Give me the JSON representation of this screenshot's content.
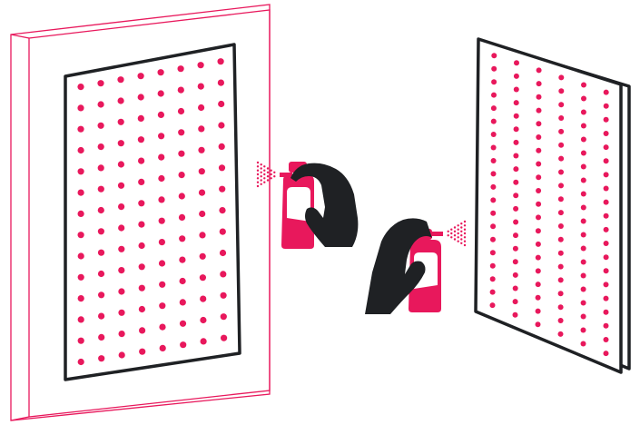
{
  "colors": {
    "accent": "#e8185c",
    "outline": "#1f2124",
    "background": "#ffffff",
    "hand": "#1f2124"
  },
  "left_panel": {
    "shape": "square-mounted panel on pink wall frame",
    "dot_columns": 8,
    "dot_rows": 14
  },
  "right_panel": {
    "shape": "angled panel",
    "dot_columns": 6,
    "dot_rows": 20
  },
  "icons": [
    "wall-frame-icon",
    "panel-icon",
    "spray-bottle-icon",
    "hand-icon",
    "spray-mist-icon"
  ]
}
